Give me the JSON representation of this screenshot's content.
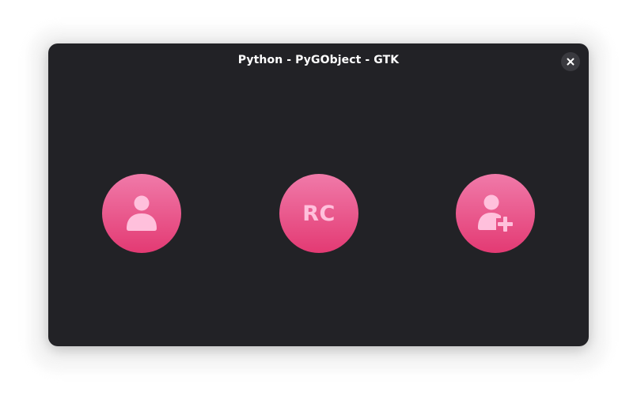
{
  "window": {
    "title": "Python - PyGObject - GTK",
    "close_icon": "close-icon"
  },
  "avatars": [
    {
      "kind": "icon",
      "icon": "person-icon"
    },
    {
      "kind": "initials",
      "text": "RC"
    },
    {
      "kind": "icon",
      "icon": "person-add-icon"
    }
  ],
  "colors": {
    "window_background": "#222226",
    "avatar_gradient_top": "#f07aa9",
    "avatar_gradient_bottom": "#e33a73",
    "avatar_foreground": "#ffc0dc",
    "close_button_background": "#3a3a3f"
  }
}
